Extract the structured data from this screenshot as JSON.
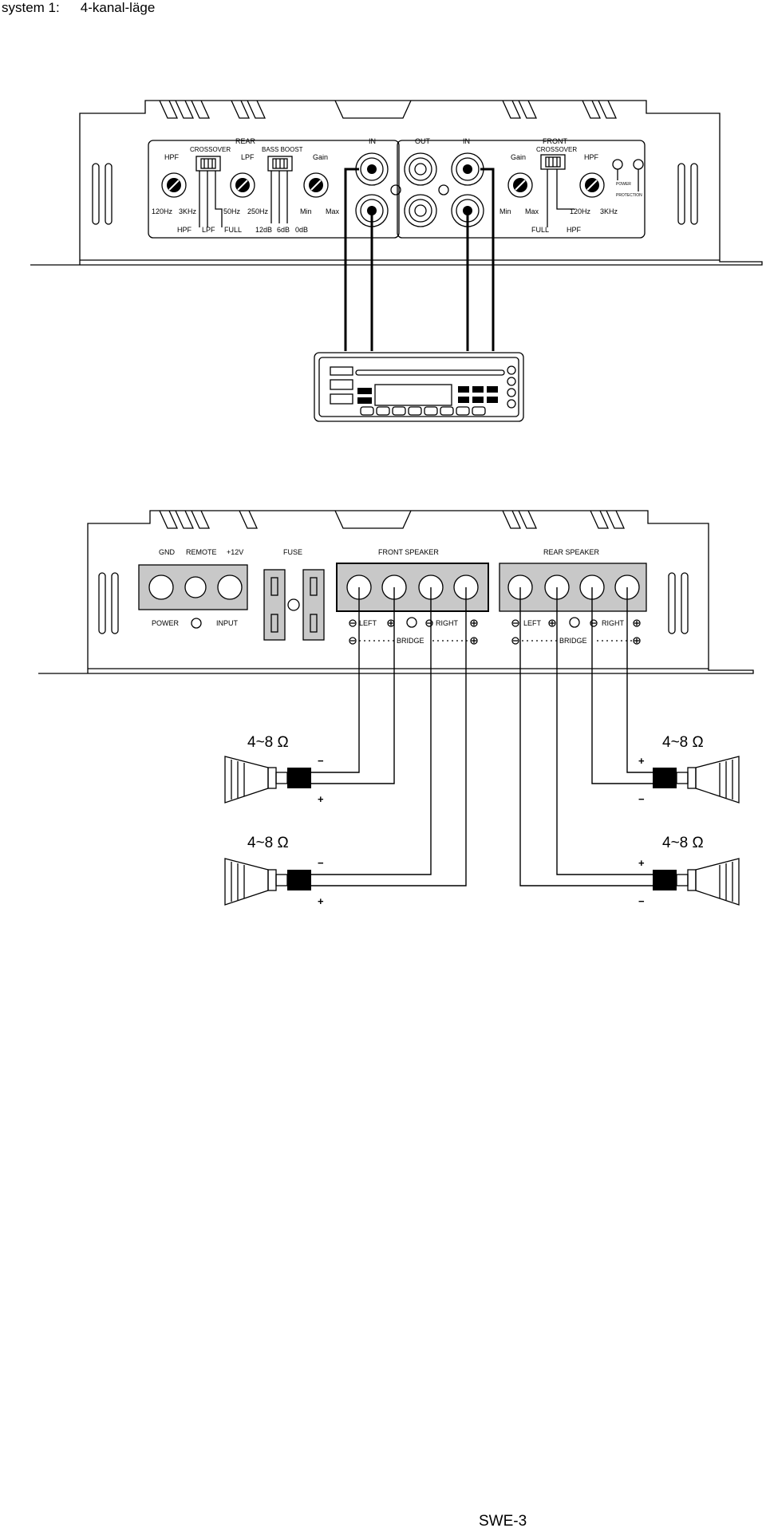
{
  "page": {
    "system_label": "system 1:",
    "mode_label": "4-kanal-läge",
    "footer": "SWE-3"
  },
  "amp_top": {
    "rear": {
      "section": "REAR",
      "hpf": "HPF",
      "crossover": "CROSSOVER",
      "lpf": "LPF",
      "bass_boost": "BASS BOOST",
      "gain": "Gain",
      "in": "IN",
      "hpf_min": "120Hz",
      "hpf_max": "3KHz",
      "lpf_min": "50Hz",
      "lpf_max": "250Hz",
      "gain_min": "Min",
      "gain_max": "Max",
      "xo_hpf": "HPF",
      "xo_lpf": "LPF",
      "xo_full": "FULL",
      "bb_12": "12dB",
      "bb_6": "6dB",
      "bb_0": "0dB"
    },
    "out": "OUT",
    "front": {
      "in": "IN",
      "section": "FRONT",
      "crossover": "CROSSOVER",
      "gain": "Gain",
      "hpf": "HPF",
      "gain_min": "Min",
      "gain_max": "Max",
      "hpf_min": "120Hz",
      "hpf_max": "3KHz",
      "xo_full": "FULL",
      "xo_hpf": "HPF",
      "power": "POWER",
      "protection": "PROTECTION"
    }
  },
  "amp_bottom": {
    "gnd": "GND",
    "remote": "REMOTE",
    "plus12v": "+12V",
    "fuse": "FUSE",
    "power": "POWER",
    "input": "INPUT",
    "front_speaker": "FRONT SPEAKER",
    "rear_speaker": "REAR SPEAKER",
    "left": "LEFT",
    "right": "RIGHT",
    "bridge": "BRIDGE"
  },
  "speakers": {
    "impedance": "4~8 Ω",
    "plus": "+",
    "minus": "−"
  }
}
